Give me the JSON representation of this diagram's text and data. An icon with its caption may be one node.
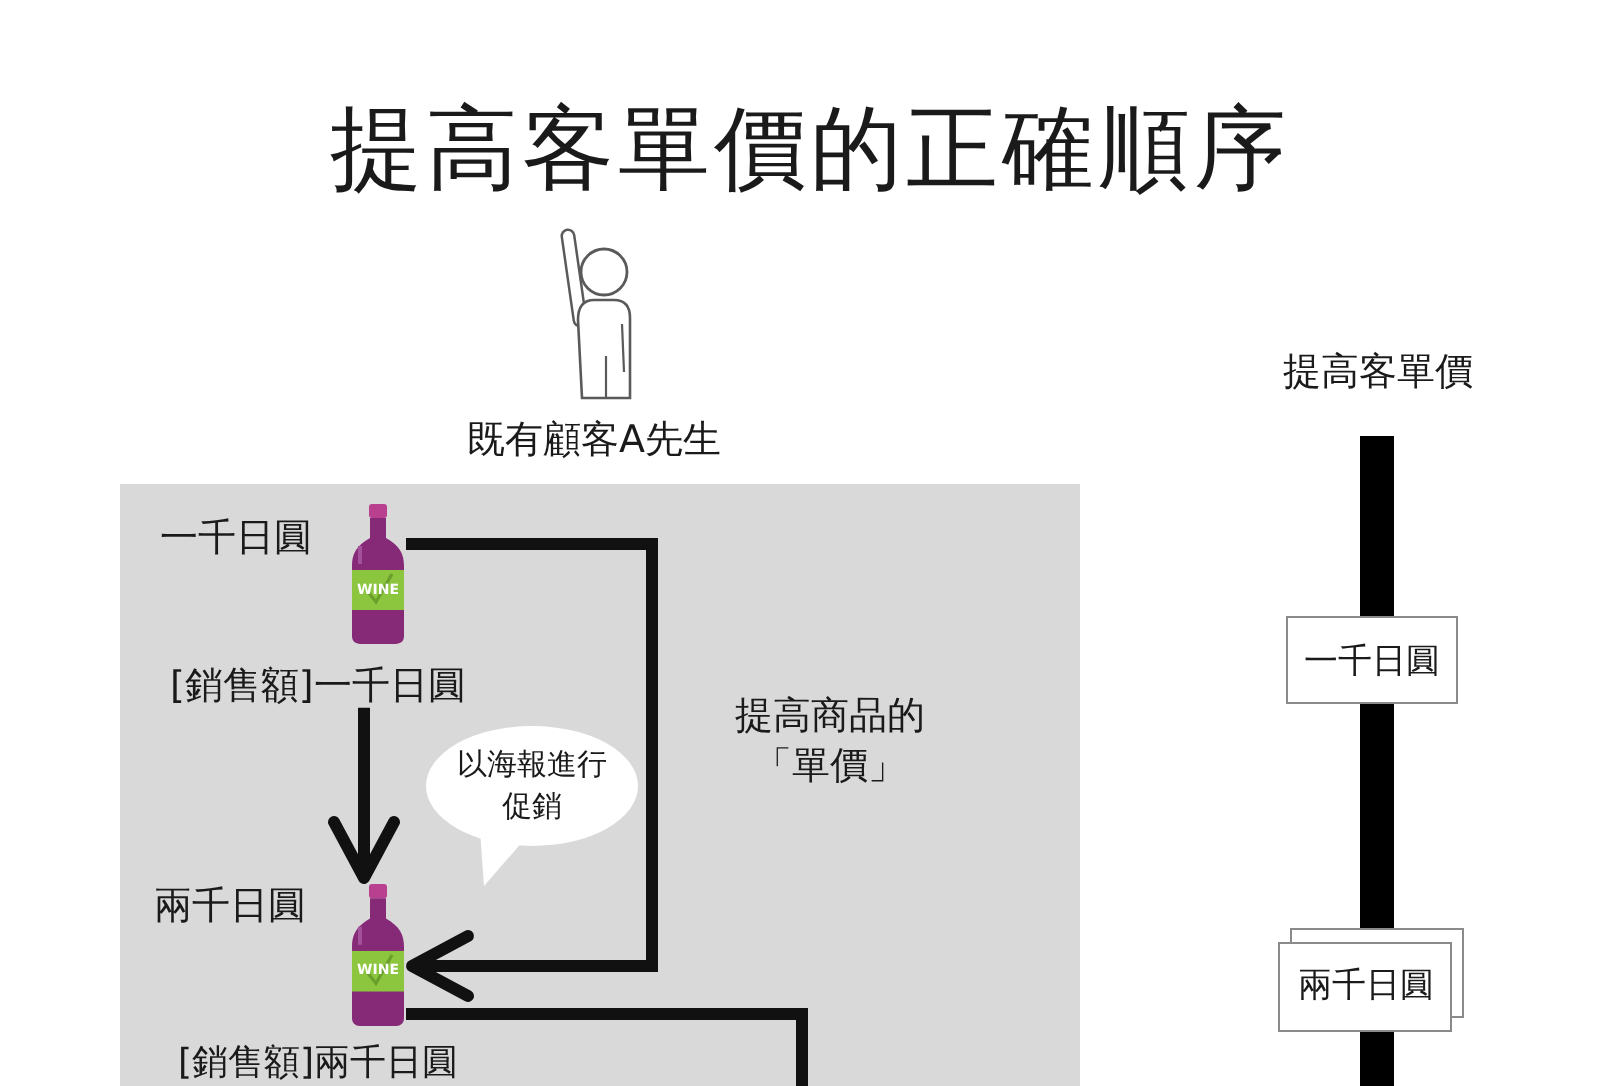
{
  "diagram": {
    "title": "提高客單價的正確順序",
    "nodes": [
      {
        "text": [
          "既有顧客A先生"
        ]
      },
      {
        "text": [
          "WINE"
        ],
        "in": 0,
        "beside": [
          "一千日圓"
        ]
      },
      {
        "text": [
          "[銷售額]一千日圓"
        ],
        "in": 0
      },
      {
        "text": [
          "以海報進行促銷"
        ],
        "in": 0
      },
      {
        "text": [
          "WINE"
        ],
        "in": 0,
        "beside": [
          "兩千日圓"
        ]
      },
      {
        "text": [
          "[銷售額]兩千日圓"
        ],
        "in": 0
      },
      {
        "text": [
          "提高客單價"
        ]
      },
      {
        "text": [
          "一千日圓"
        ]
      },
      {
        "text": [
          "兩千日圓"
        ]
      }
    ],
    "edges": [
      {
        "from": 2,
        "to": 4,
        "arrow": "to"
      },
      {
        "from": 1,
        "to": 4,
        "arrow": "to",
        "label": "提高商品的「單價」"
      },
      {
        "from": 4,
        "to": null,
        "arrow": "none"
      }
    ]
  }
}
